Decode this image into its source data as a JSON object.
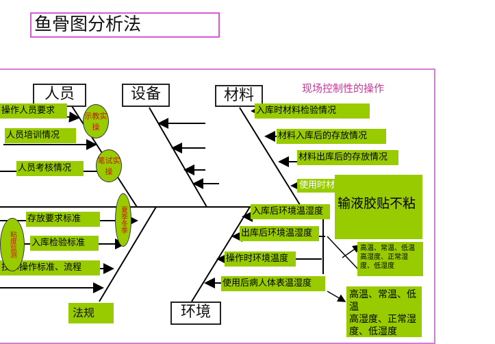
{
  "title": "鱼骨图分析法",
  "subtitle": "现场控制性的操作",
  "categories": {
    "people": "人员",
    "equipment": "设备",
    "material": "材料",
    "method": "法规",
    "environment": "环境"
  },
  "causes": {
    "people": [
      "操作人员要求",
      "人员培训情况",
      "人员考核情况"
    ],
    "people_bubbles": [
      "示教实操",
      "笔试实操"
    ],
    "method": [
      "存放要求标准",
      "入库检验标准",
      "技术操作标准、流程"
    ],
    "method_bubbles": [
      "夏季冬季",
      "粘度监测"
    ],
    "material": [
      "入库时材料检验情况",
      "材料入库后的存放情况",
      "材料出库后的存放情况",
      "使用时材料情况"
    ],
    "environment": [
      "入库后环境温湿度",
      "出库后环境温湿度",
      "操作时环境温度",
      "使用后病人体表温湿度"
    ]
  },
  "effect": "输液胶贴不粘",
  "notes": {
    "small": "高温、常温、低温\n高湿度、正常湿度、低湿度",
    "big": "高温、常温、低温\n高湿度、正常湿度、低湿度"
  },
  "colors": {
    "label_fill": "#99cc00",
    "frame": "#d67ad6",
    "subtitle": "#cc3399",
    "bubble_text": "#d0101a"
  }
}
